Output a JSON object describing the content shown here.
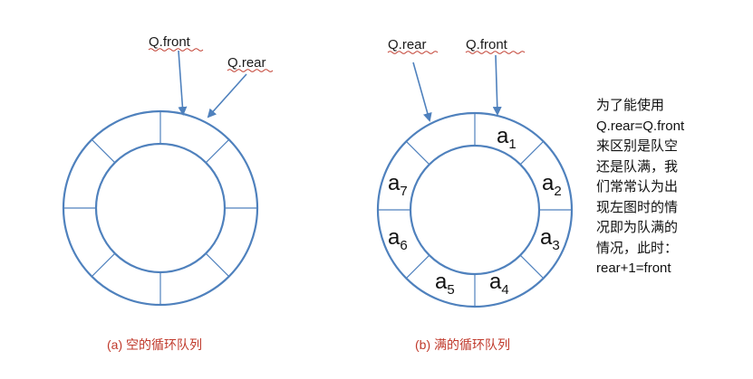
{
  "colors": {
    "ring": "#4f81bd",
    "arrow": "#4f81bd",
    "caption": "#c0392b",
    "squiggle": "#c0392b",
    "text": "#111111"
  },
  "diagram_a": {
    "caption": "(a) 空的循环队列",
    "front_label": "Q.front",
    "rear_label": "Q.rear"
  },
  "diagram_b": {
    "caption": "(b) 满的循环队列",
    "front_label": "Q.front",
    "rear_label": "Q.rear",
    "cells": [
      {
        "base": "a",
        "sub": "1"
      },
      {
        "base": "a",
        "sub": "2"
      },
      {
        "base": "a",
        "sub": "3"
      },
      {
        "base": "a",
        "sub": "4"
      },
      {
        "base": "a",
        "sub": "5"
      },
      {
        "base": "a",
        "sub": "6"
      },
      {
        "base": "a",
        "sub": "7"
      }
    ]
  },
  "note": {
    "lines": [
      "为了能使用",
      "Q.rear=Q.front",
      "来区别是队空",
      "还是队满，我",
      "们常常认为出",
      "现左图时的情",
      "况即为队满的",
      "情况，此时：",
      "rear+1=front"
    ]
  }
}
